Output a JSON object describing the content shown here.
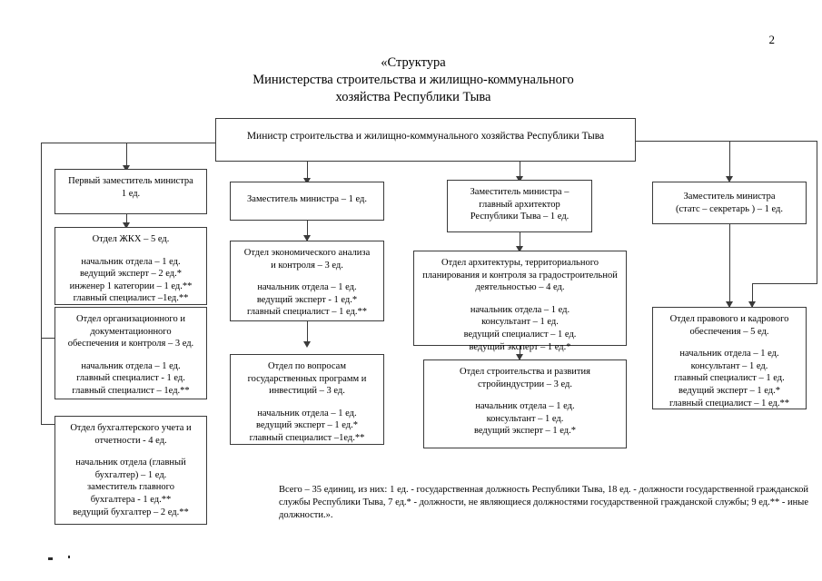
{
  "page": {
    "number": "2",
    "title_lines": [
      "«Структура",
      "Министерства строительства и жилищно-коммунального",
      "хозяйства Республики Тыва"
    ]
  },
  "chart": {
    "root": {
      "title": "Министр строительства и жилищно-коммунального хозяйства Республики Тыва"
    },
    "columns": [
      {
        "name": "first-deputy-column",
        "deputy": {
          "head": [
            "Первый заместитель министра",
            "1 ед."
          ],
          "roles": []
        },
        "departments": [
          {
            "head": [
              "Отдел ЖКХ – 5 ед."
            ],
            "roles": [
              "начальник отдела – 1 ед.",
              "ведущий эксперт – 2 ед.*",
              "инженер 1 категории – 1 ед.**",
              "главный специалист –1ед.**"
            ]
          },
          {
            "head": [
              "Отдел организационного и",
              "документационного",
              "обеспечения и контроля – 3 ед."
            ],
            "roles": [
              "начальник отдела – 1 ед.",
              "главный специалист -  1 ед.",
              "главный специалист – 1ед.**"
            ]
          },
          {
            "head": [
              "Отдел бухгалтерского учета и",
              "отчетности - 4 ед."
            ],
            "roles": [
              "начальник отдела (главный",
              "бухгалтер) – 1 ед.",
              "заместитель главного",
              "бухгалтера - 1 ед.**",
              "ведущий бухгалтер – 2 ед.**"
            ]
          }
        ]
      },
      {
        "name": "deputy-economy-column",
        "deputy": {
          "head": [
            "Заместитель министра – 1 ед."
          ],
          "roles": []
        },
        "departments": [
          {
            "head": [
              "Отдел экономического анализа",
              "и контроля – 3 ед."
            ],
            "roles": [
              "начальник отдела – 1 ед.",
              "ведущий эксперт  - 1 ед.*",
              "главный специалист – 1 ед.**"
            ]
          },
          {
            "head": [
              "Отдел по вопросам",
              "государственных программ и",
              "инвестиций – 3 ед."
            ],
            "roles": [
              "начальник отдела – 1 ед.",
              "ведущий эксперт – 1 ед.*",
              "главный специалист –1ед.**"
            ]
          }
        ]
      },
      {
        "name": "deputy-architect-column",
        "deputy": {
          "head": [
            "Заместитель министра –",
            "главный архитектор",
            "Республики Тыва – 1 ед."
          ],
          "roles": []
        },
        "departments": [
          {
            "head": [
              "Отдел архитектуры, территориального",
              "планирования и контроля за градостроительной",
              "деятельностью – 4 ед."
            ],
            "roles": [
              "начальник отдела – 1 ед.",
              "консультант – 1 ед.",
              "ведущий специалист – 1 ед.",
              "ведущий эксперт – 1 ед.*"
            ]
          },
          {
            "head": [
              "Отдел строительства и развития",
              "стройиндустрии – 3 ед."
            ],
            "roles": [
              "начальник отдела – 1 ед.",
              "консультант – 1 ед.",
              "ведущий эксперт – 1 ед.*"
            ]
          }
        ]
      },
      {
        "name": "deputy-state-secretary-column",
        "deputy": {
          "head": [
            "Заместитель министра",
            "(статс – секретарь ) – 1 ед."
          ],
          "roles": []
        },
        "departments": [
          {
            "head": [
              "Отдел правового и кадрового",
              "обеспечения – 5 ед."
            ],
            "roles": [
              "начальник отдела – 1 ед.",
              "консультант – 1 ед.",
              "главный специалист – 1 ед.",
              "ведущий эксперт – 1 ед.*",
              "главный специалист – 1 ед.**"
            ]
          }
        ]
      }
    ]
  },
  "footnote": {
    "text": "Всего – 35 единиц, из них: 1 ед. - государственная должность Республики Тыва, 18 ед. - должности государственной гражданской службы Республики Тыва, 7 ед.* - должности, не являющиеся должностями государственной гражданской службы; 9 ед.** - иные должности.»."
  },
  "colors": {
    "line": "#3a3a3a",
    "text": "#000000",
    "background": "#ffffff"
  }
}
